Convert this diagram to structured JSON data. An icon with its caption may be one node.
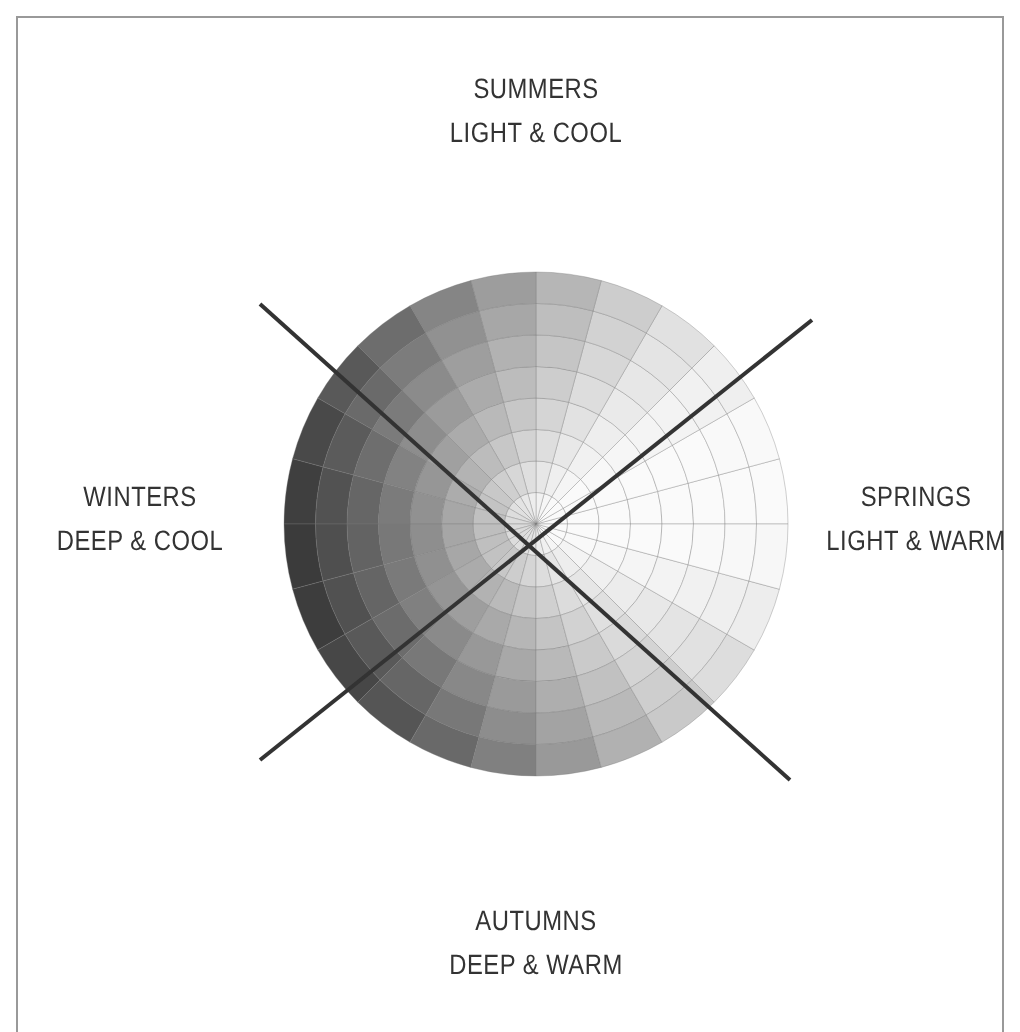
{
  "diagram": {
    "labels": [
      "SUMMERS",
      "LIGHT & COOL",
      "WINTERS",
      "DEEP & COOL",
      "SPRINGS",
      "LIGHT & WARM",
      "AUTUMNS",
      "DEEP & WARM"
    ]
  }
}
